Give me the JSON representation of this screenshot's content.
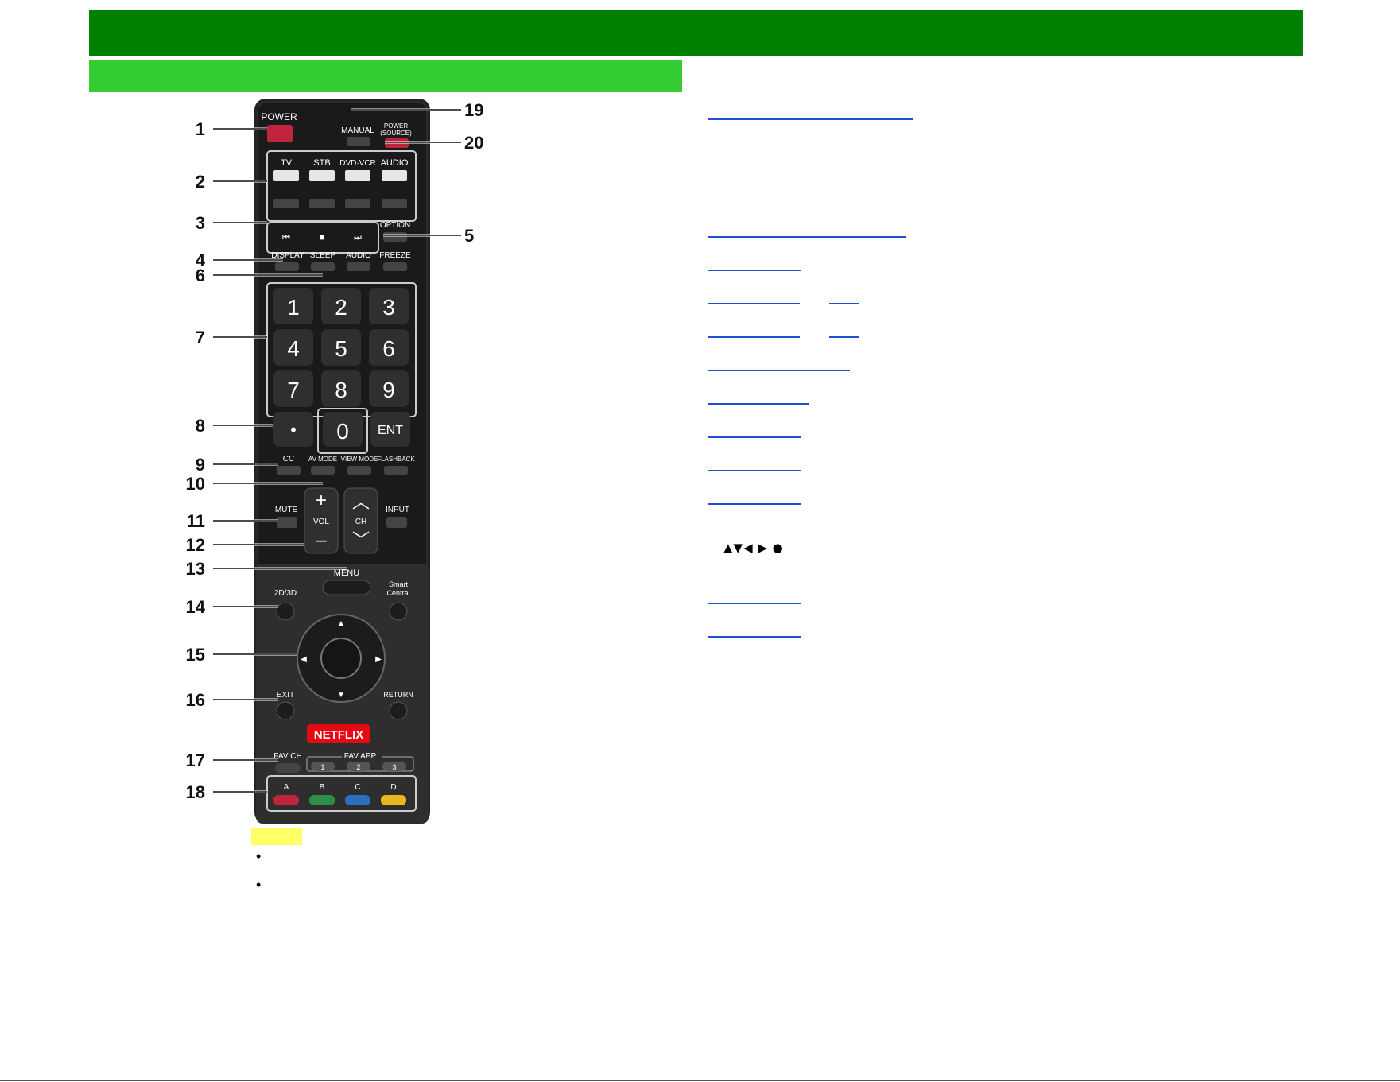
{
  "colors": {
    "header_green": "#008000",
    "section_green": "#33cc33",
    "note_yellow": "#ffff66",
    "link_blue": "#1d4fd0"
  },
  "remote": {
    "callouts": [
      "1",
      "2",
      "3",
      "4",
      "5",
      "6",
      "7",
      "8",
      "9",
      "10",
      "11",
      "12",
      "13",
      "14",
      "15",
      "16",
      "17",
      "18",
      "19",
      "20"
    ],
    "buttons": {
      "power": "POWER",
      "manual": "MANUAL",
      "power_source_1": "POWER",
      "power_source_2": "(SOURCE)",
      "tv": "TV",
      "stb": "STB",
      "dvd_vcr": "DVD·VCR",
      "audio_src": "AUDIO",
      "option": "OPTION",
      "display": "DISPLAY",
      "sleep": "SLEEP",
      "audio": "AUDIO",
      "freeze": "FREEZE",
      "digits": [
        "1",
        "2",
        "3",
        "4",
        "5",
        "6",
        "7",
        "8",
        "9"
      ],
      "dot": "•",
      "zero": "0",
      "ent": "ENT",
      "cc": "CC",
      "av_mode": "AV MODE",
      "view_mode": "VIEW MODE",
      "flashback": "FLASHBACK",
      "mute": "MUTE",
      "vol": "VOL",
      "ch": "CH",
      "input": "INPUT",
      "menu": "MENU",
      "two_d_three_d": "2D/3D",
      "smart_1": "Smart",
      "smart_2": "Central",
      "exit": "EXIT",
      "return": "RETURN",
      "netflix": "NETFLIX",
      "fav_ch": "FAV CH",
      "fav_app": "FAV APP",
      "fav_app_keys": [
        "1",
        "2",
        "3"
      ],
      "color_keys": [
        "A",
        "B",
        "C",
        "D"
      ],
      "color_key_colors": [
        "#c0233c",
        "#2c8f46",
        "#2b6fc2",
        "#e8b81c"
      ]
    }
  },
  "notes": {
    "bullets": [
      "•",
      "•"
    ]
  },
  "links": {
    "arrow_keys": "▲▼◀ ▶ ●"
  }
}
